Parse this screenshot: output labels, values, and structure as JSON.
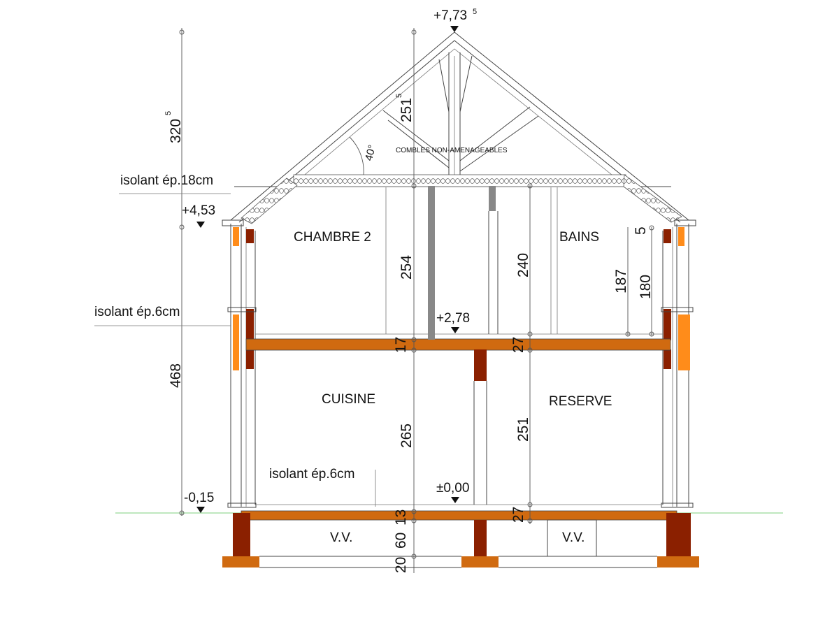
{
  "rooms": {
    "chambre2": "CHAMBRE 2",
    "bains": "BAINS",
    "cuisine": "CUISINE",
    "reserve": "RESERVE",
    "combles": "COMBLES NON-AMENAGEABLES",
    "vv_left": "V.V.",
    "vv_right": "V.V."
  },
  "notes": {
    "isolant_roof": "isolant ép.18cm",
    "isolant_wall": "isolant ép.6cm",
    "isolant_floor": "isolant ép.6cm"
  },
  "elevations": {
    "ridge": "+7,73",
    "ridge_sup": "5",
    "eave": "+4,53",
    "first_floor": "+2,78",
    "ground_floor": "±0,00",
    "exterior": "-0,15"
  },
  "angle": {
    "roof_pitch": "40°"
  },
  "dimensions": {
    "left_roof": "320",
    "left_roof_sup": "5",
    "left_walls": "468",
    "attic_height": "251",
    "attic_height_sup": "5",
    "chambre_height": "254",
    "bains_height": "240",
    "wall_5": "5",
    "wall_187": "187",
    "wall_180": "180",
    "slab_17": "17",
    "slab_27_upper": "27",
    "cuisine_height": "265",
    "reserve_height": "251",
    "slab_13": "13",
    "slab_27_lower": "27",
    "crawl_60": "60",
    "footing_20": "20"
  },
  "colors": {
    "slab": "#d06a10",
    "pier": "#8b2000",
    "insulation_orange": "#ff8c1a",
    "ground_line": "#7fd07f",
    "gray_duct": "#888888"
  }
}
